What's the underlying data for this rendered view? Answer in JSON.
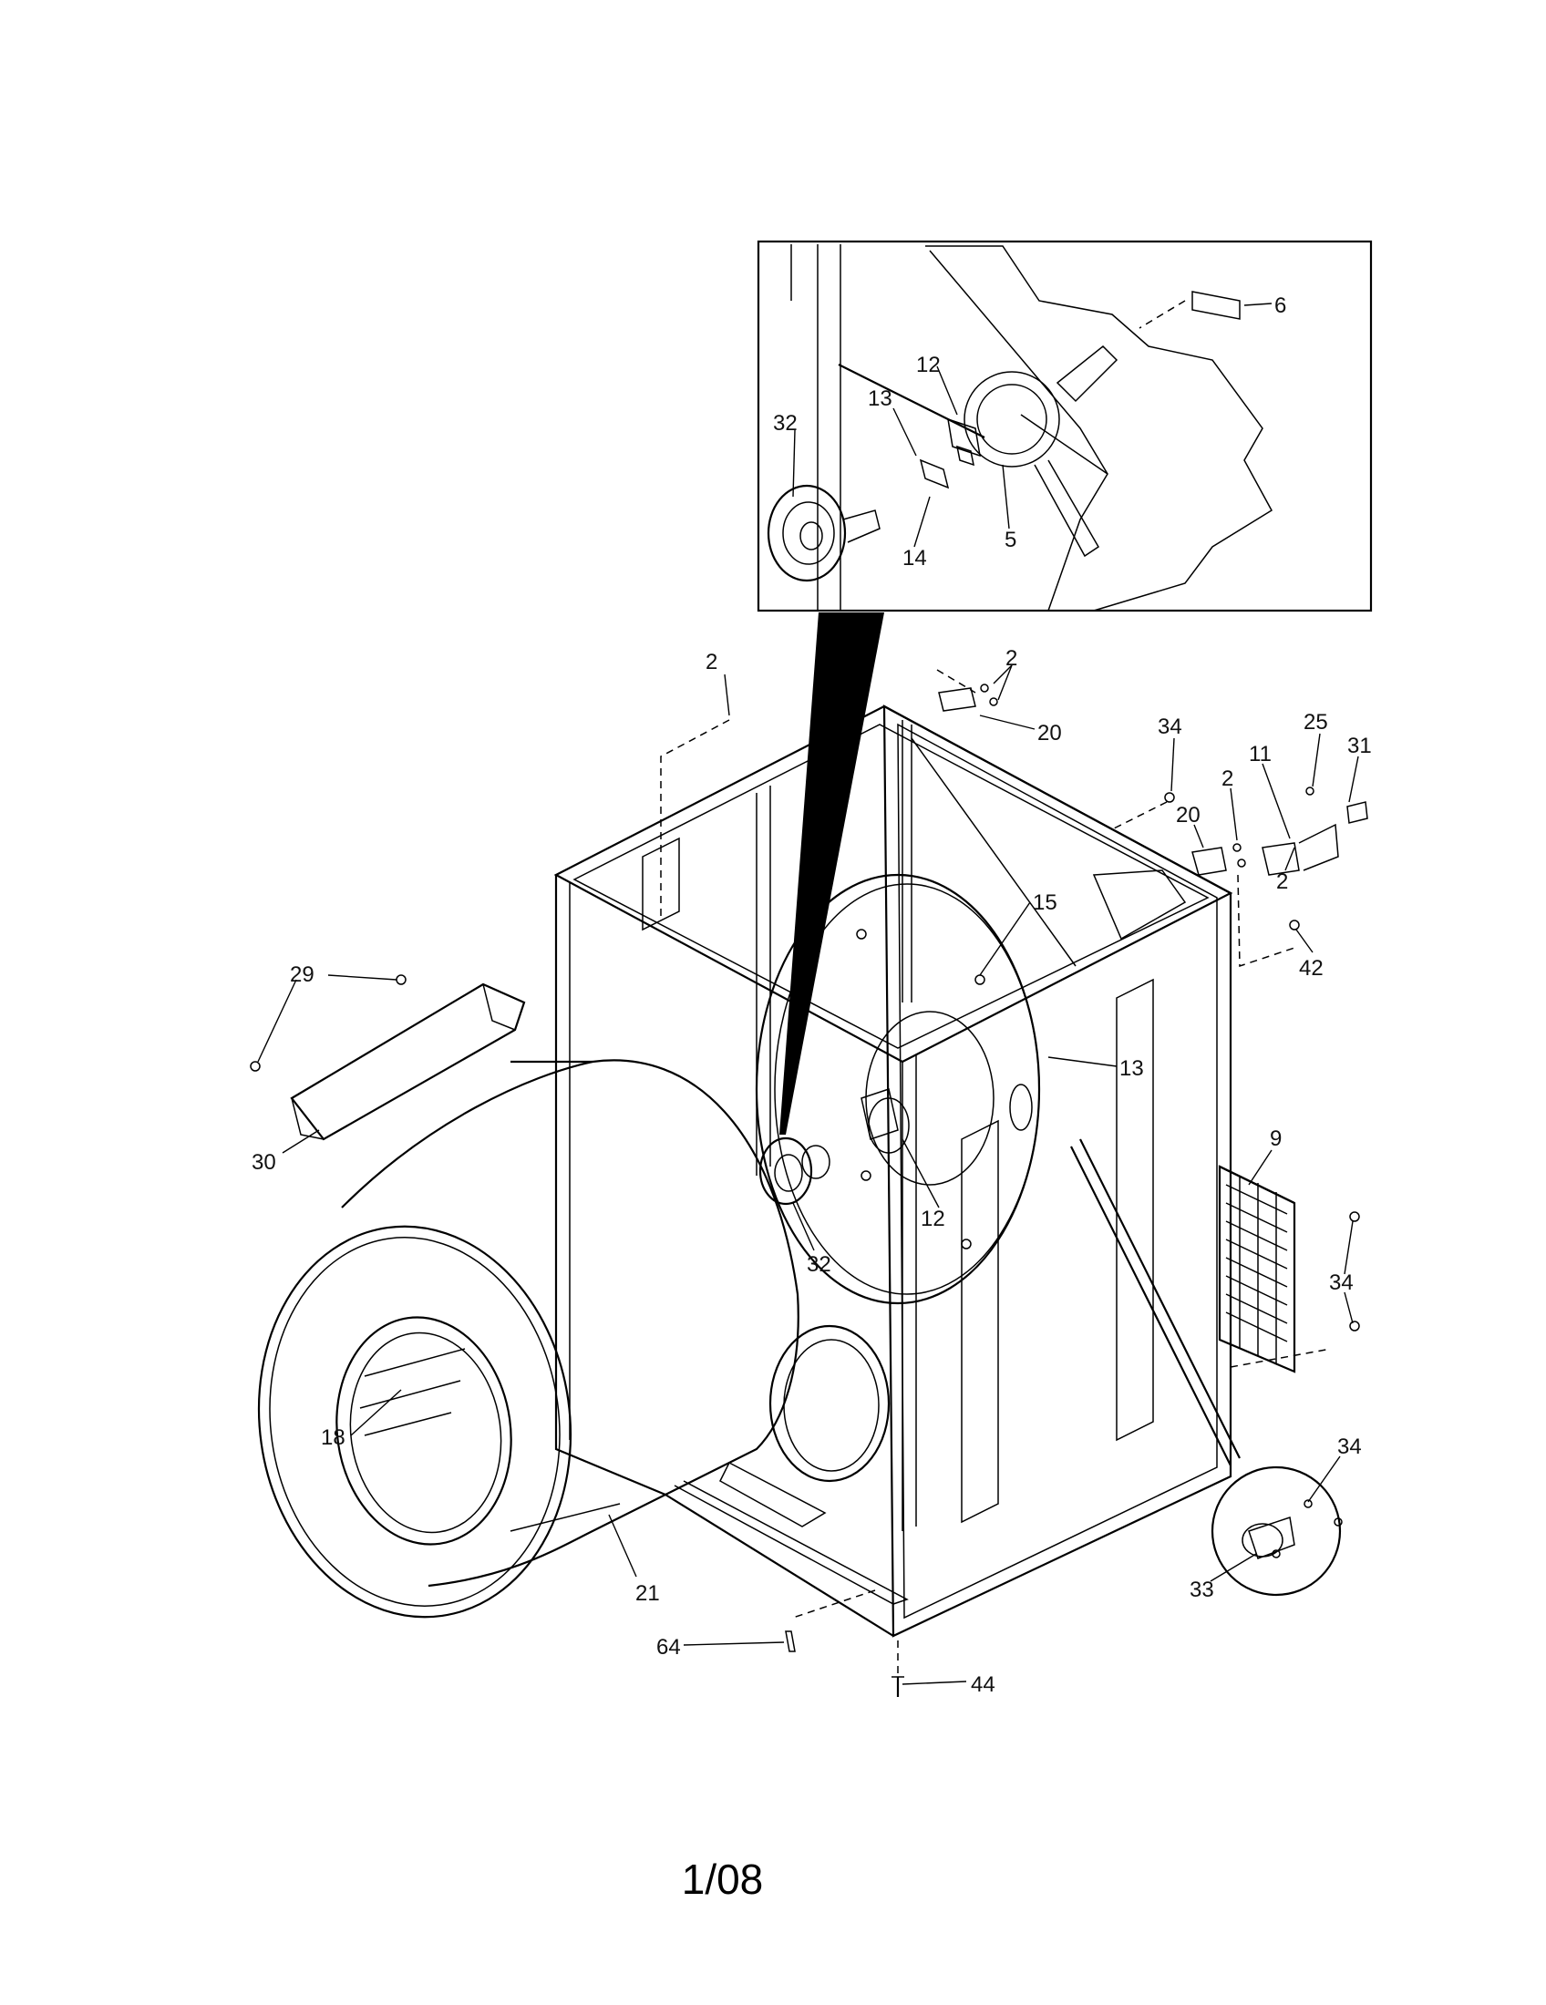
{
  "diagram": {
    "callouts": [
      {
        "id": "c6",
        "text": "6"
      },
      {
        "id": "c12-inset",
        "text": "12"
      },
      {
        "id": "c13-inset",
        "text": "13"
      },
      {
        "id": "c32-inset",
        "text": "32"
      },
      {
        "id": "c14",
        "text": "14"
      },
      {
        "id": "c5",
        "text": "5"
      },
      {
        "id": "c2-top-left",
        "text": "2"
      },
      {
        "id": "c2-top-bracket",
        "text": "2"
      },
      {
        "id": "c20-top",
        "text": "20"
      },
      {
        "id": "c34-top",
        "text": "34"
      },
      {
        "id": "c25",
        "text": "25"
      },
      {
        "id": "c31",
        "text": "31"
      },
      {
        "id": "c11",
        "text": "11"
      },
      {
        "id": "c2-right",
        "text": "2"
      },
      {
        "id": "c20-right",
        "text": "20"
      },
      {
        "id": "c2-right-lower",
        "text": "2"
      },
      {
        "id": "c42",
        "text": "42"
      },
      {
        "id": "c15",
        "text": "15"
      },
      {
        "id": "c29",
        "text": "29"
      },
      {
        "id": "c13-main",
        "text": "13"
      },
      {
        "id": "c30",
        "text": "30"
      },
      {
        "id": "c12-main",
        "text": "12"
      },
      {
        "id": "c9",
        "text": "9"
      },
      {
        "id": "c32-main",
        "text": "32"
      },
      {
        "id": "c34-right",
        "text": "34"
      },
      {
        "id": "c18",
        "text": "18"
      },
      {
        "id": "c34-lower",
        "text": "34"
      },
      {
        "id": "c21",
        "text": "21"
      },
      {
        "id": "c33",
        "text": "33"
      },
      {
        "id": "c64",
        "text": "64"
      },
      {
        "id": "c44",
        "text": "44"
      }
    ]
  },
  "footer": {
    "page_label": "1/08"
  }
}
